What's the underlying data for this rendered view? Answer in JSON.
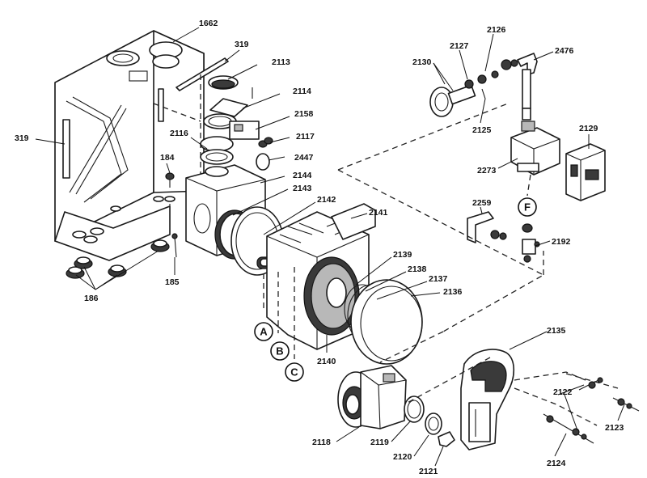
{
  "part_labels": {
    "p1662": "1662",
    "p319a": "319",
    "p319b": "319",
    "p2113": "2113",
    "p2114": "2114",
    "p2158": "2158",
    "p2116": "2116",
    "p2117": "2117",
    "p184": "184",
    "p2447": "2447",
    "p2144": "2144",
    "p2143": "2143",
    "p2142": "2142",
    "p2141": "2141",
    "p185": "185",
    "p186": "186",
    "p2139": "2139",
    "p2138": "2138",
    "p2137": "2137",
    "p2136": "2136",
    "p2140": "2140",
    "p2130": "2130",
    "p2127": "2127",
    "p2126": "2126",
    "p2476": "2476",
    "p2125": "2125",
    "p2129": "2129",
    "p2273": "2273",
    "p2259": "2259",
    "p2192": "2192",
    "p2135": "2135",
    "p2122": "2122",
    "p2123": "2123",
    "p2124": "2124",
    "p2118": "2118",
    "p2119": "2119",
    "p2120": "2120",
    "p2121": "2121"
  },
  "callouts": {
    "A": "A",
    "B": "B",
    "C": "C",
    "F": "F"
  }
}
